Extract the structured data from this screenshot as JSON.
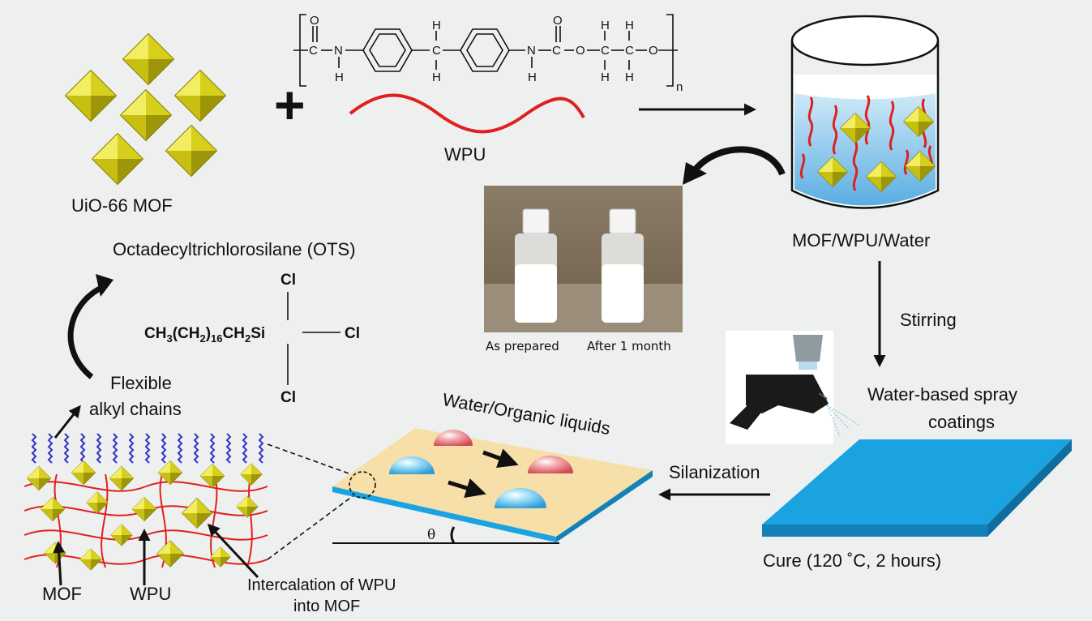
{
  "labels": {
    "mof": "UiO-66 MOF",
    "wpu": "WPU",
    "ots": "Octadecyltrichlorosilane (OTS)",
    "mix": "MOF/WPU/Water",
    "stirring": "Stirring",
    "spray_line1": "Water-based spray",
    "spray_line2": "coatings",
    "cure": "Cure (120 ˚C, 2 hours)",
    "silanization": "Silanization",
    "liquids": "Water/Organic liquids",
    "flex_line1": "Flexible",
    "flex_line2": "alkyl chains",
    "legend_mof": "MOF",
    "legend_wpu": "WPU",
    "intercal_line1": "Intercalation of WPU",
    "intercal_line2": "into MOF",
    "theta": "θ",
    "photo_caption_left": "As prepared",
    "photo_caption_right": "After 1 month",
    "plus": "+"
  },
  "ots_formula": {
    "chain": "CH3(CH2)16CH2Si",
    "cl_top": "Cl",
    "cl_right": "Cl",
    "cl_bottom": "Cl"
  },
  "wpu_structure": {
    "subscript": "n",
    "atoms": [
      "C",
      "N",
      "O",
      "H",
      "C",
      "N",
      "C",
      "O",
      "C",
      "C",
      "O"
    ]
  },
  "colors": {
    "mof_yellow": "#d8d21c",
    "wpu_red": "#e0201e",
    "water_blue": "#7fc4ec",
    "substrate_blue": "#1aa3e0",
    "coating_beige": "#f6dfa8",
    "alkyl_blue": "#3434c8"
  },
  "icons": {
    "spray_gun": "spray-gun-icon",
    "beaker": "beaker-icon",
    "octahedron": "octahedron-icon"
  }
}
